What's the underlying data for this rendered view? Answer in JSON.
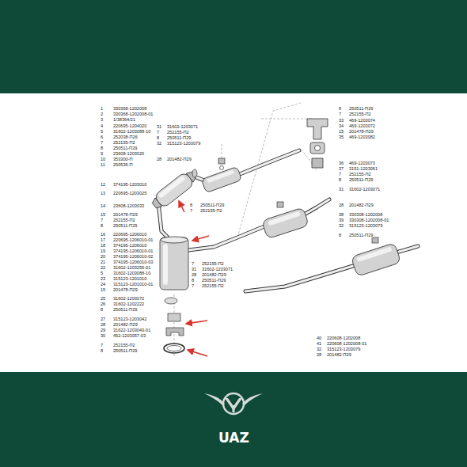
{
  "diagram": {
    "labels": [
      "1",
      "330368-1202008",
      "2",
      "330368-1202008-01",
      "3",
      "1/38364/21",
      "4",
      "220695-1204020",
      "5",
      "31602-1203088-10",
      "6",
      "252038-П26",
      "7",
      "252155-П2",
      "8",
      "250511-П29",
      "9",
      "23608-1203020",
      "10",
      "353300-П",
      "11",
      "250536-П",
      "12",
      "374195-1203010",
      "13",
      "220695-1203025",
      "14",
      "23608-1203033",
      "15",
      "201478-П29",
      "7",
      "252155-П2",
      "8",
      "250511-П29",
      "16",
      "220695-1206010",
      "17",
      "220695-1206010-01",
      "18",
      "374195-1206010",
      "19",
      "374195-1206010-01",
      "20",
      "374195-1206010-02",
      "21",
      "374195-1206010-03",
      "22",
      "31602-1203255-01",
      "5",
      "31602-1203088-10",
      "23",
      "315123-1201010",
      "24",
      "315123-1201010-01",
      "15",
      "201478-П29",
      "25",
      "31602-1203072",
      "26",
      "31602-1202222",
      "8",
      "250511-П29",
      "27",
      "315123-1203042",
      "28",
      "201482-П29",
      "29",
      "31622-1203043-01",
      "30",
      "452-1203057-03",
      "7",
      "252155-П2",
      "8",
      "250511-П29",
      "31",
      "31602-1203071",
      "7",
      "252155-П2",
      "8",
      "250511-П29",
      "32",
      "315123-1203079",
      "28",
      "201482-П29",
      "8",
      "250511-П29",
      "7",
      "252155-П2",
      "7",
      "252155-П2",
      "31",
      "31602-1203071",
      "28",
      "201482-П29",
      "8",
      "250511-П29",
      "7",
      "252155-П2",
      "8",
      "250511-П29",
      "7",
      "252155-П2",
      "33",
      "469-1203074",
      "34",
      "469-1203072",
      "15",
      "201478-П29",
      "35",
      "469-1203082",
      "36",
      "469-1203073",
      "37",
      "3151-1203061",
      "7",
      "252155-П2",
      "8",
      "250511-П29",
      "31",
      "31602-1203071",
      "28",
      "201482-П29",
      "38",
      "330308-1202008",
      "39",
      "330308-1202008-01",
      "32",
      "315123-1203079",
      "8",
      "250511-П29",
      "40",
      "220608-1202008",
      "41",
      "220608-1202008-01",
      "32",
      "315123-1203079",
      "28",
      "201482-П29",
      "UAZ"
    ]
  }
}
